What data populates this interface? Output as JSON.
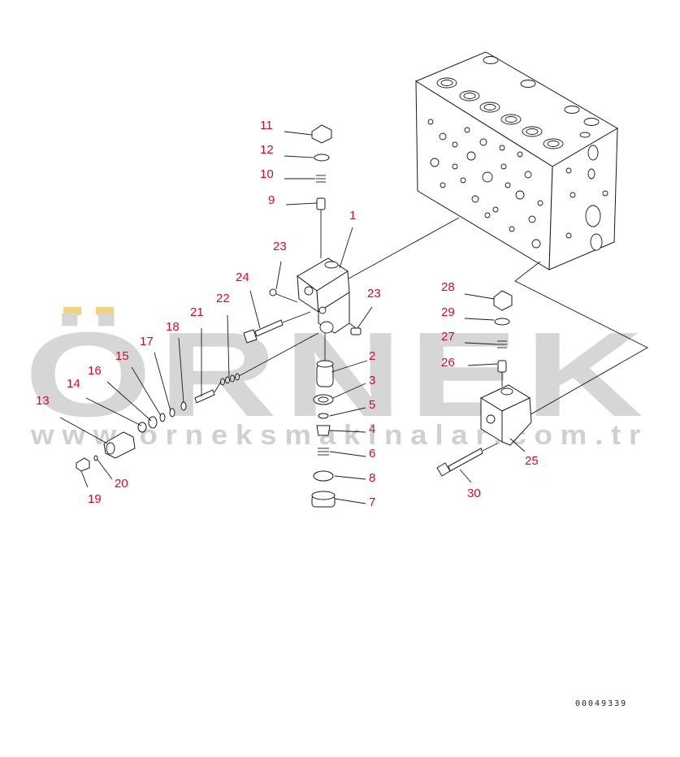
{
  "watermark": {
    "brand": "ÖRNEK",
    "url": "www.orneksmakinalar.com.tr",
    "accent_color": "#f2d27a"
  },
  "document_number": "00049339",
  "callouts": {
    "p1": "1",
    "p2": "2",
    "p3": "3",
    "p4": "4",
    "p5": "5",
    "p6": "6",
    "p7": "7",
    "p8": "8",
    "p9": "9",
    "p10": "10",
    "p11": "11",
    "p12": "12",
    "p13": "13",
    "p14": "14",
    "p15": "15",
    "p16": "16",
    "p17": "17",
    "p18": "18",
    "p19": "19",
    "p20": "20",
    "p21": "21",
    "p22": "22",
    "p23a": "23",
    "p23b": "23",
    "p24": "24",
    "p25": "25",
    "p26": "26",
    "p27": "27",
    "p28": "28",
    "p29": "29",
    "p30": "30"
  },
  "colors": {
    "callout": "#c8102e",
    "line": "#1a1a1a",
    "watermark": "#d6d6d6"
  }
}
